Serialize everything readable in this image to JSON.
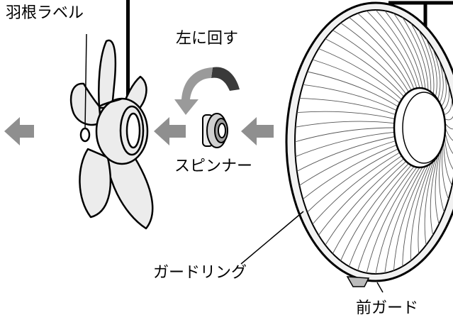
{
  "labels": {
    "blade_label": "羽根ラベル",
    "rotate_left": "左に回す",
    "spinner": "スピンナー",
    "guard_ring": "ガードリング",
    "front_guard": "前ガード"
  },
  "icons": {
    "arrow": "left-arrow-icon",
    "rotate": "counterclockwise-rotate-arrow-icon"
  },
  "colors": {
    "arrow_gray": "#8f8f8f",
    "part_fill": "#ececec",
    "rotate_dark": "#3a3a3a",
    "rotate_light": "#9a9a9a"
  }
}
